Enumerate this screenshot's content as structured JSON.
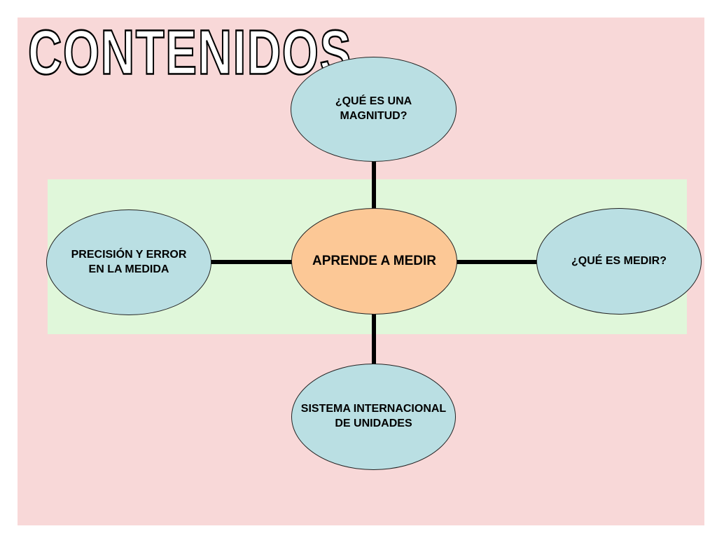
{
  "title": "CONTENIDOS",
  "colors": {
    "slide_background": "#f8d8d8",
    "band_background": "#e0f7da",
    "node_blue": "#badfe3",
    "node_center": "#fcc896",
    "connector": "#000000"
  },
  "center_node": {
    "label": "APRENDE A MEDIR"
  },
  "nodes": {
    "top": {
      "label": "¿QUÉ ES UNA\nMAGNITUD?"
    },
    "left": {
      "label": "PRECISIÓN Y ERROR\nEN LA MEDIDA"
    },
    "right": {
      "label": "¿QUÉ ES MEDIR?"
    },
    "bottom": {
      "label": "SISTEMA INTERNACIONAL\nDE UNIDADES"
    }
  }
}
